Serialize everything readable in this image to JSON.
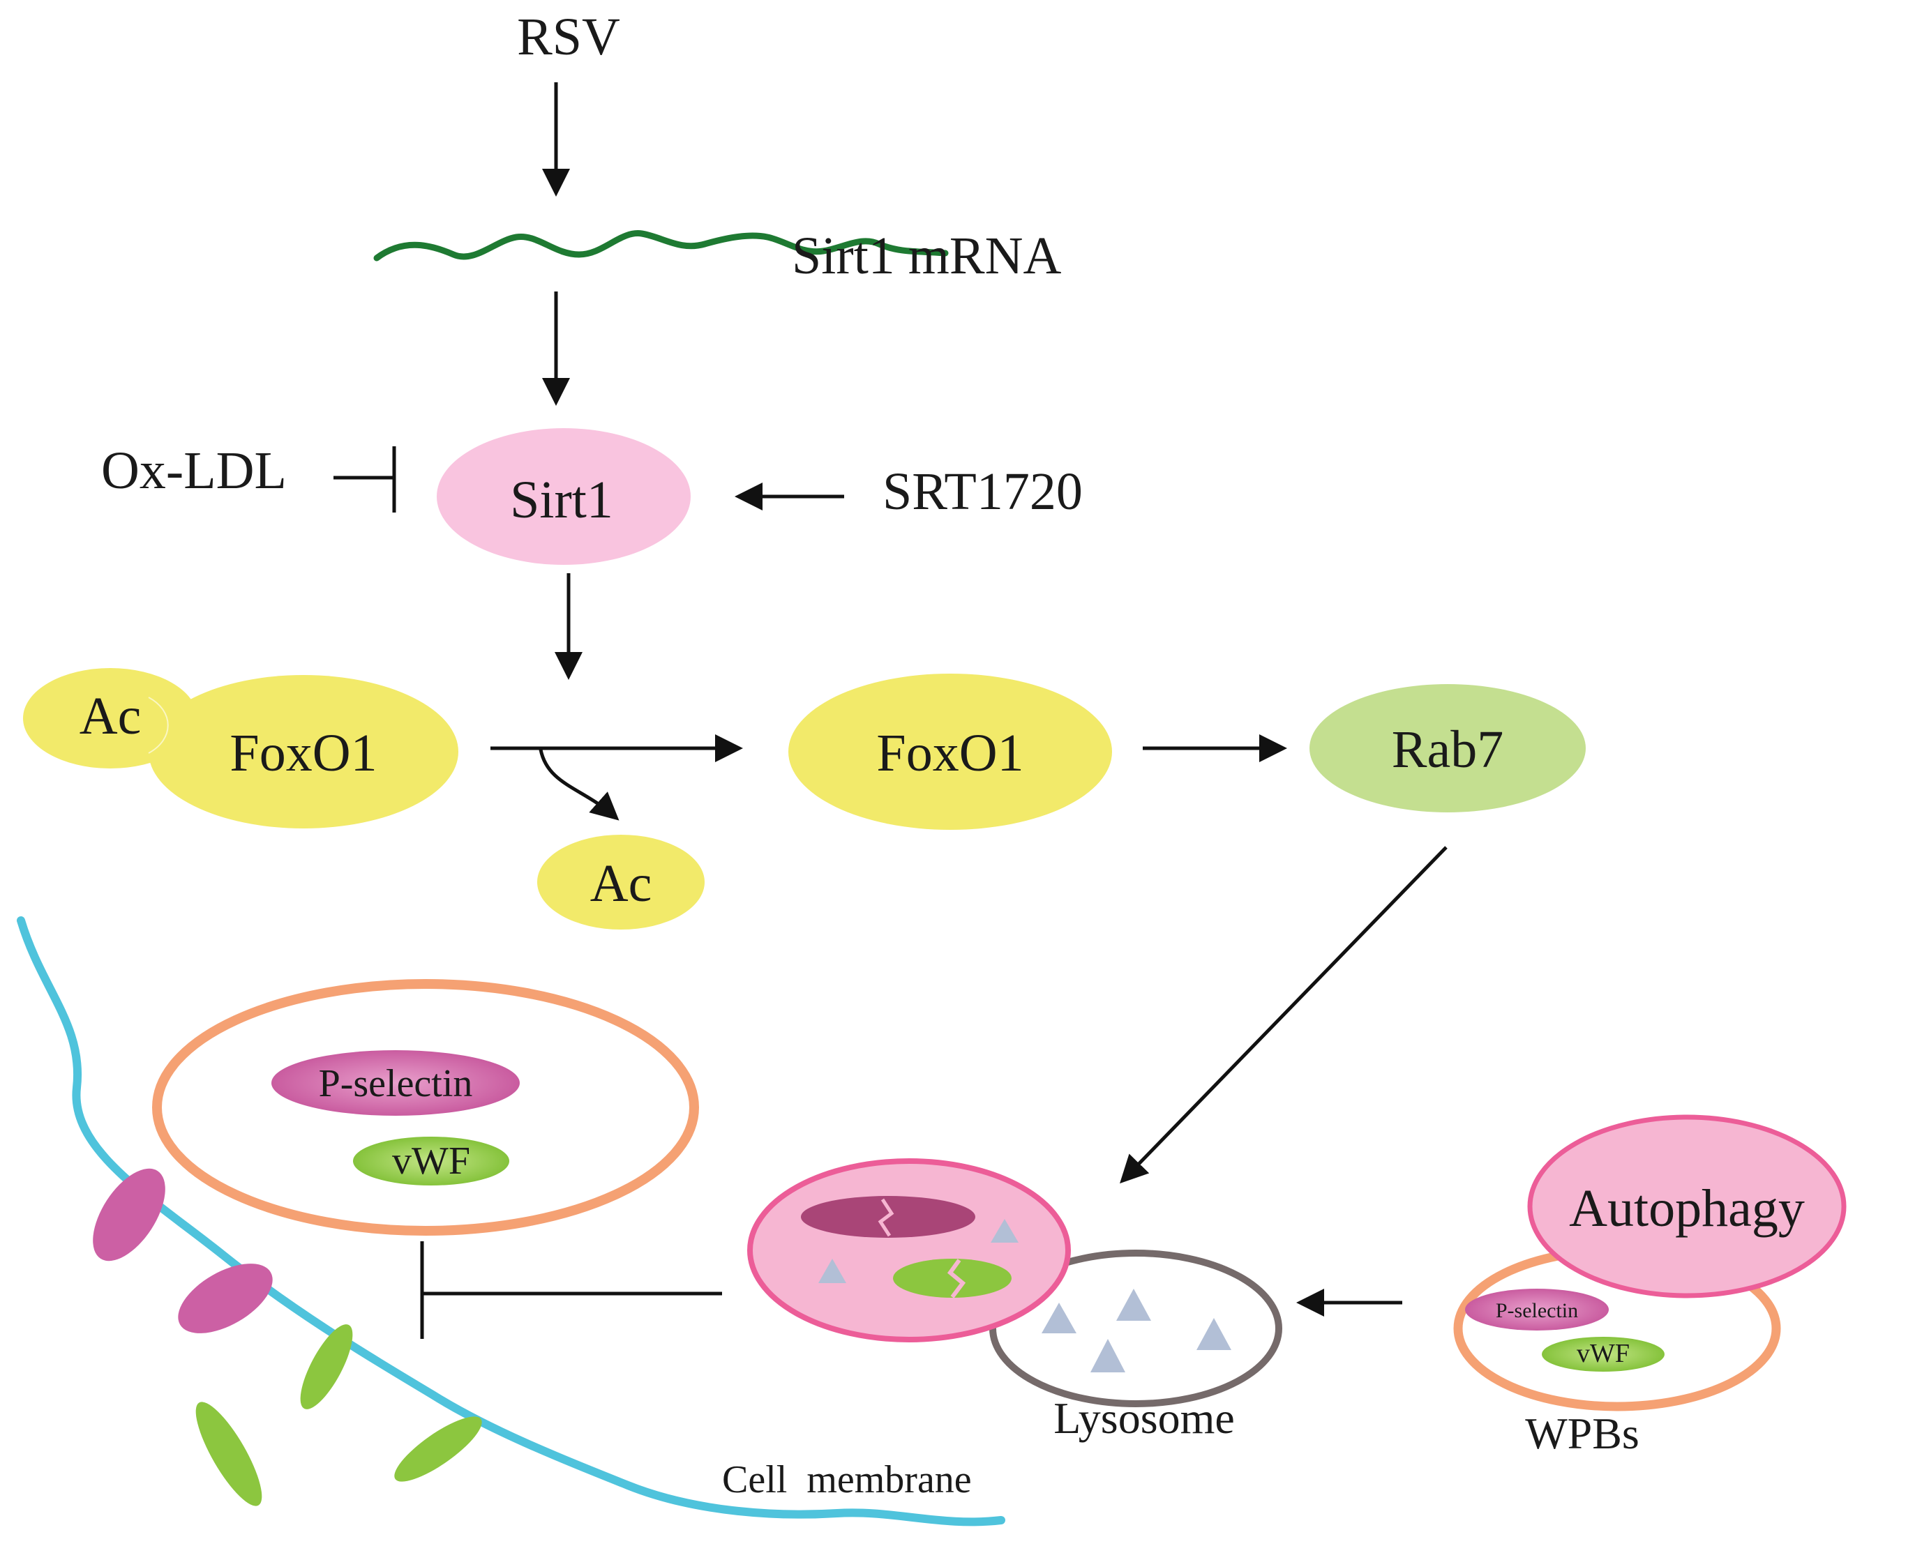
{
  "labels": {
    "rsv": "RSV",
    "sirt1_mrna": "Sirt1 mRNA",
    "ox_ldl": "Ox-LDL",
    "sirt1": "Sirt1",
    "srt1720": "SRT1720",
    "ac_bound": "Ac",
    "foxo1_acetylated": "FoxO1",
    "foxo1_deacetylated": "FoxO1",
    "ac_released": "Ac",
    "rab7": "Rab7",
    "p_selectin_large": "P-selectin",
    "vwf_large": "vWF",
    "lysosome": "Lysosome",
    "autophagy": "Autophagy",
    "p_selectin_small": "P-selectin",
    "vwf_small": "vWF",
    "wpbs": "WPBs",
    "cell_membrane": "Cell  membrane"
  },
  "colors": {
    "mrna_green": "#1e7a32",
    "sirt1_pink": "#f9c4df",
    "foxo1_yellow": "#f2ea6a",
    "rab7_green": "#c4df90",
    "wpb_orange": "#f5a173",
    "p_selectin_magenta": "#cc60a4",
    "vwf_green": "#8cc63f",
    "autolysosome_pink": "#f6b6d2",
    "autolysosome_border": "#ec5d98",
    "lysosome_border": "#756a6a",
    "membrane_cyan": "#4fc3dc",
    "triangle_blue": "#b2bfd6"
  }
}
